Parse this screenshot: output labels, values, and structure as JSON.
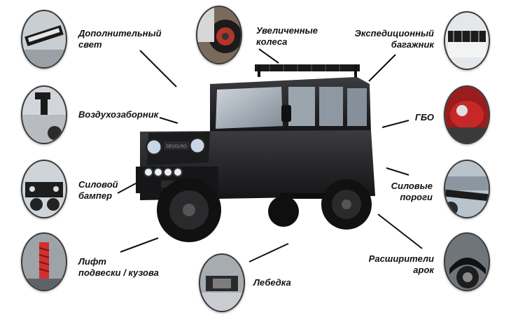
{
  "features": {
    "extra_light": "Дополнительный\nсвет",
    "bigger_wheels": "Увеличенные\nколеса",
    "roof_rack": "Экспедиционный\nбагажник",
    "snorkel": "Воздухозаборник",
    "gas_equipment": "ГБО",
    "bumper": "Силовой\nбампер",
    "side_steps": "Силовые\nпороги",
    "lift": "Лифт\nподвески / кузова",
    "winch": "Лебедка",
    "fender_flares": "Расширители\nарок"
  },
  "vehicle": {
    "grille_badge": "DEVOLRO"
  }
}
